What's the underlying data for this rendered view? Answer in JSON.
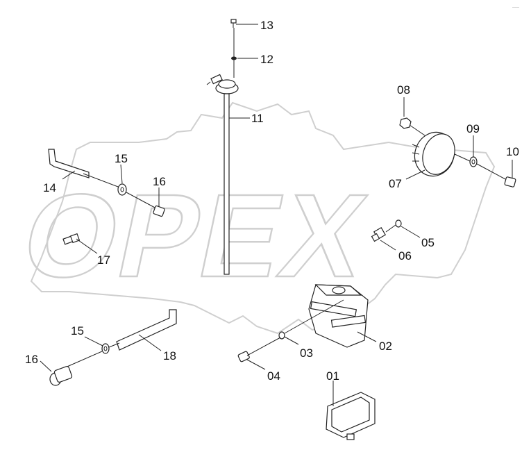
{
  "watermark": {
    "text": "OPEX",
    "color": "#cfcfcf"
  },
  "corner_code": "____",
  "callouts": {
    "p01": "01",
    "p02": "02",
    "p03": "03",
    "p04": "04",
    "p05": "05",
    "p06": "06",
    "p07": "07",
    "p08": "08",
    "p09": "09",
    "p10": "10",
    "p11": "11",
    "p12": "12",
    "p13": "13",
    "p14": "14",
    "p15a": "15",
    "p15b": "15",
    "p16a": "16",
    "p16b": "16",
    "p17": "17",
    "p18": "18"
  },
  "colors": {
    "line": "#222222",
    "background": "#ffffff"
  }
}
